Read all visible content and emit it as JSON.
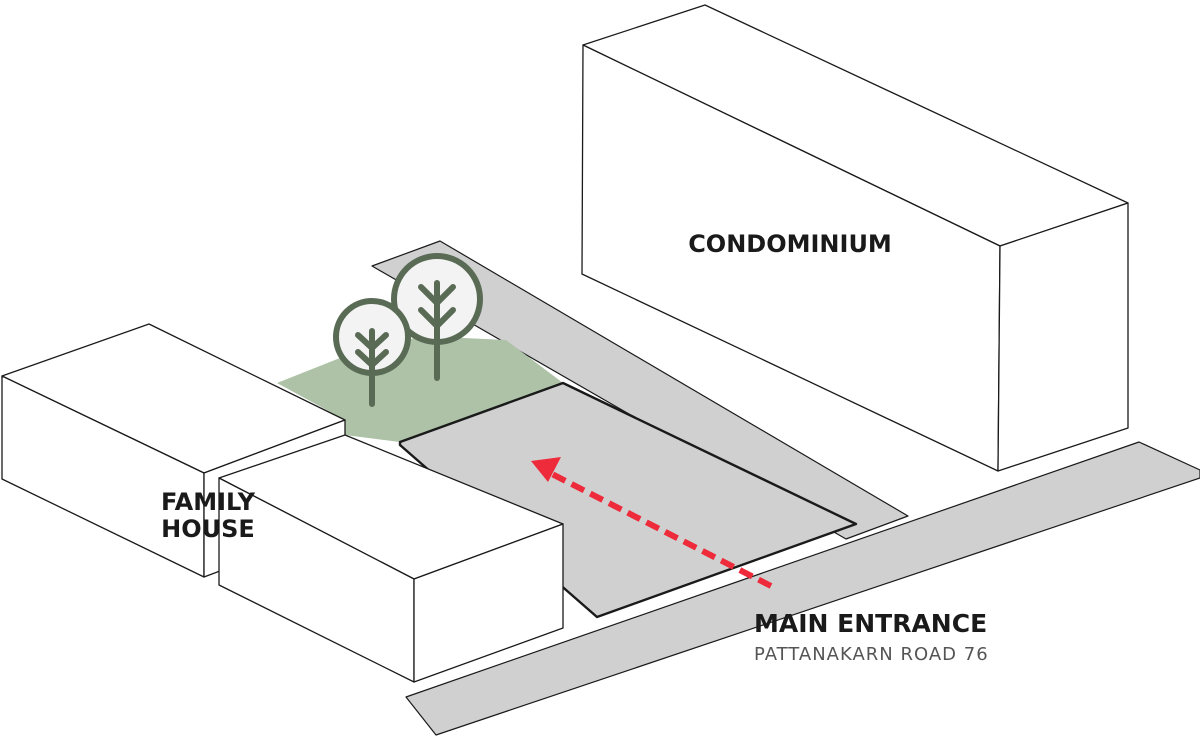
{
  "labels": {
    "condominium": "CONDOMINIUM",
    "family_house_line1": "FAMILY",
    "family_house_line2": "HOUSE",
    "main_entrance": "MAIN ENTRANCE",
    "road_name": "PATTANAKARN ROAD 76"
  },
  "colors": {
    "road_fill": "#d0d0d1",
    "plot_fill": "#d0d0d1",
    "green_fill": "#aec2a8",
    "tree_color": "#5a6b55",
    "tree_fill": "#f3f3f3",
    "arrow_color": "#ee2b3a",
    "outline": "#1a1a1a"
  },
  "icons": {
    "tree": "tree-icon",
    "arrow": "entrance-arrow-icon"
  }
}
